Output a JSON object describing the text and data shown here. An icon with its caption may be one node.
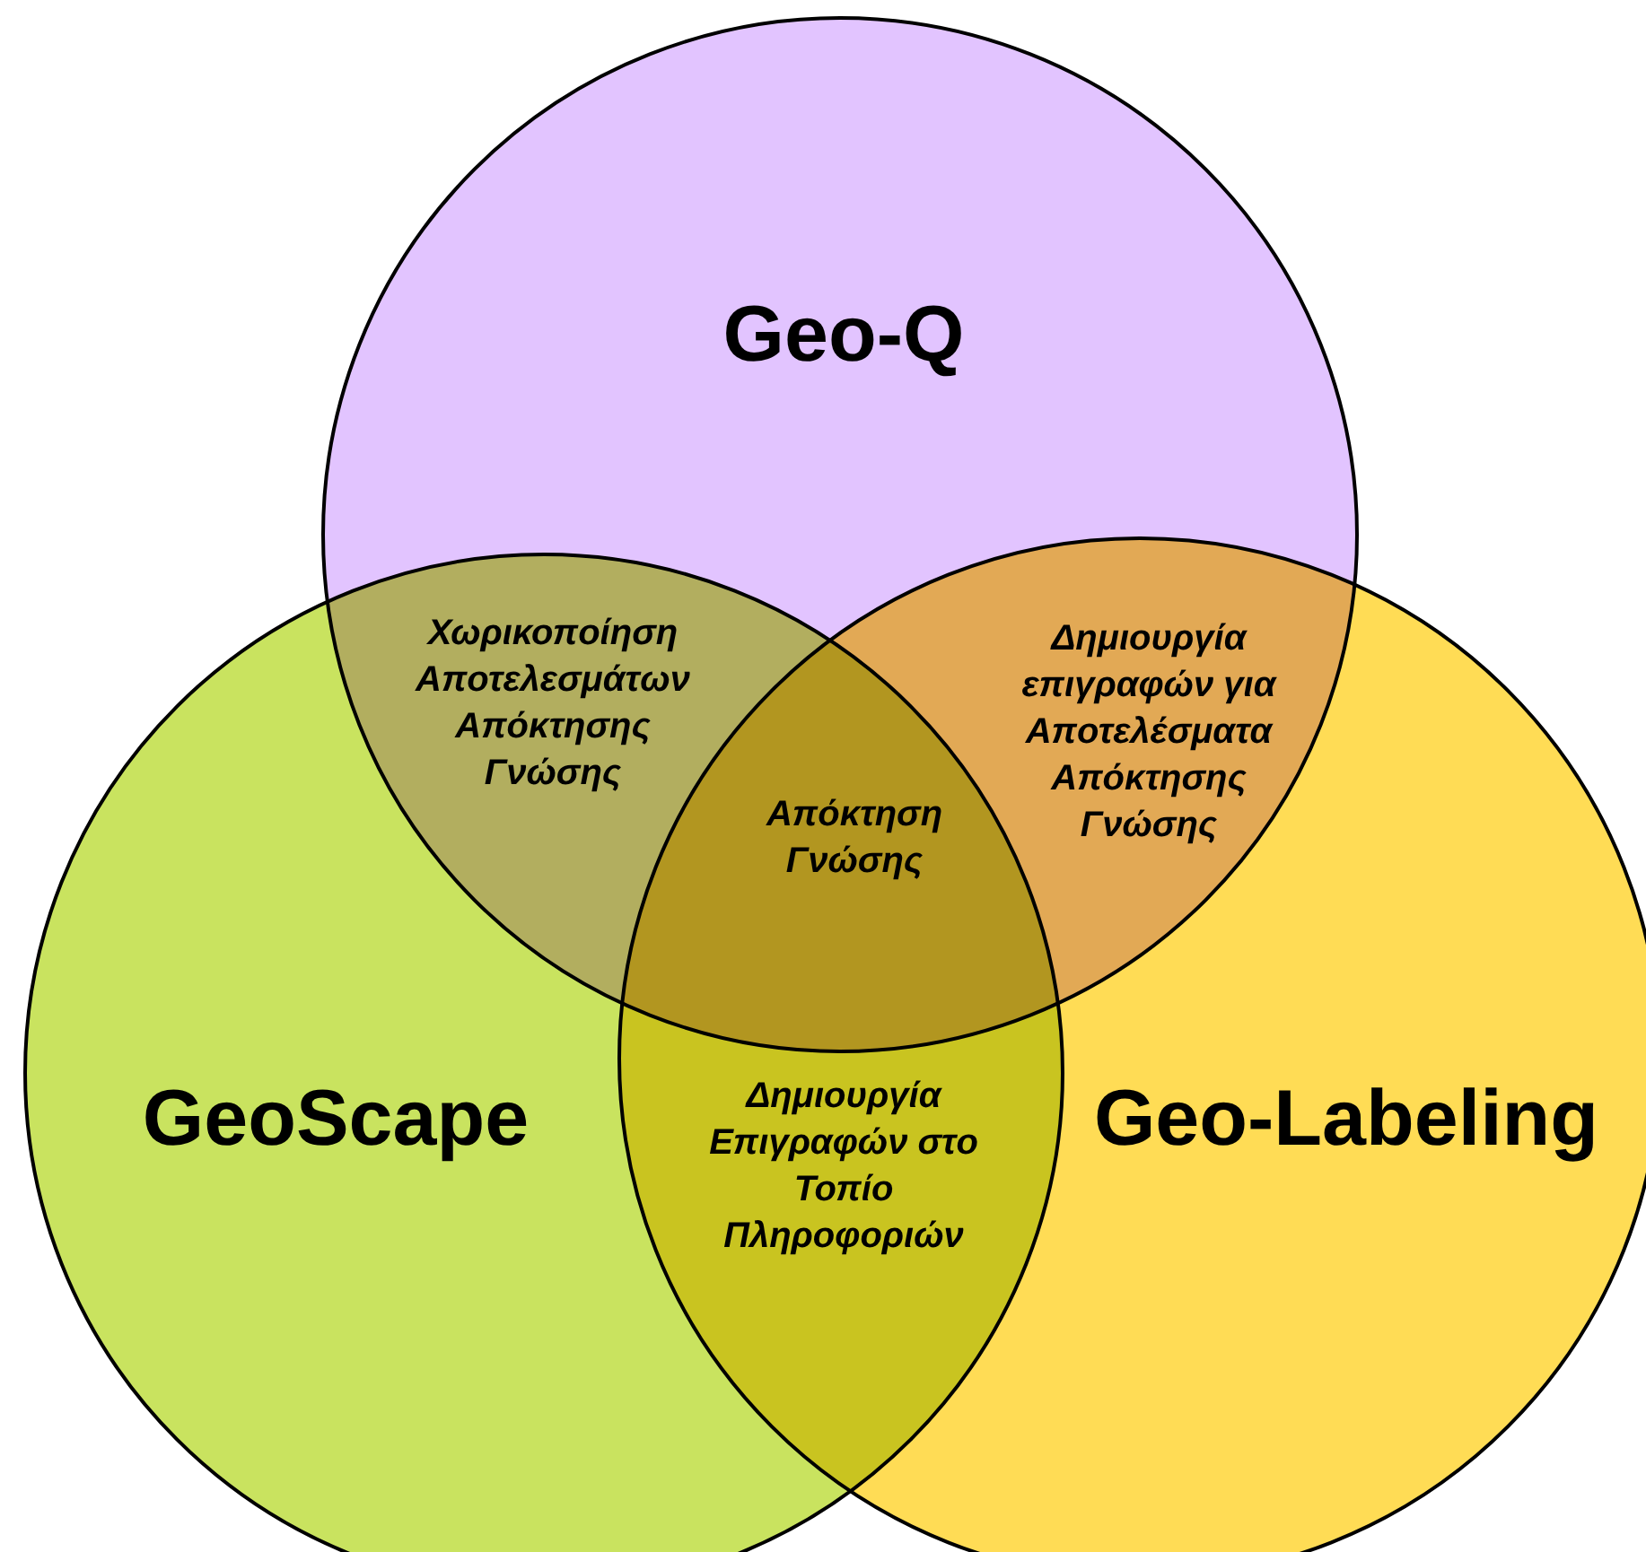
{
  "diagram": {
    "nodes": [
      {
        "text": [
          "Geo-Q"
        ]
      },
      {
        "text": [
          "GeoScape"
        ]
      },
      {
        "text": [
          "Geo-Labeling"
        ]
      }
    ],
    "labels": [
      "Χωρικοποίηση Αποτελεσμάτων Απόκτησης Γνώσης",
      "Δημιουργία επιγραφών για Αποτελέσματα Απόκτησης Γνώσης",
      "Απόκτηση Γνώσης",
      "Δημιουργία Επιγραφών στο Τοπίο Πληροφοριών"
    ]
  }
}
